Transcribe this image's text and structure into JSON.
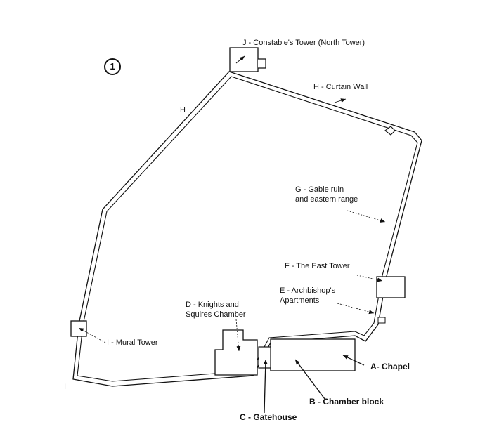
{
  "map_number": "1",
  "labels": {
    "j": "J - Constable's Tower (North Tower)",
    "h_curtain": "H - Curtain Wall",
    "h": "H",
    "i_ne": "I",
    "g_line1": "G - Gable ruin",
    "g_line2": "and eastern range",
    "f": "F - The East Tower",
    "e_line1": "E - Archbishop's",
    "e_line2": "Apartments",
    "d_line1": "D - Knights and",
    "d_line2": "Squires Chamber",
    "i_mural": "I - Mural Tower",
    "i_sw": "I",
    "a": "A- Chapel",
    "b": "B - Chamber block",
    "c": "C - Gatehouse"
  },
  "colors": {
    "ink": "#111111",
    "background": "#ffffff"
  }
}
